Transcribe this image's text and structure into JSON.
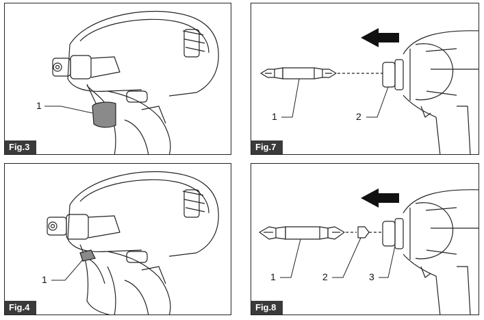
{
  "figures": [
    {
      "id": "fig3",
      "label": "Fig.3",
      "callouts": [
        "1"
      ]
    },
    {
      "id": "fig7",
      "label": "Fig.7",
      "callouts": [
        "1",
        "2"
      ]
    },
    {
      "id": "fig4",
      "label": "Fig.4",
      "callouts": [
        "1"
      ]
    },
    {
      "id": "fig8",
      "label": "Fig.8",
      "callouts": [
        "1",
        "2",
        "3"
      ]
    }
  ],
  "colors": {
    "border": "#222222",
    "tag_bg": "#3a3a3a",
    "tag_text": "#ffffff",
    "switch_fill": "#8a8a8a",
    "arrow": "#111111"
  },
  "icons": {
    "direction_arrow": "left-arrow-icon"
  }
}
